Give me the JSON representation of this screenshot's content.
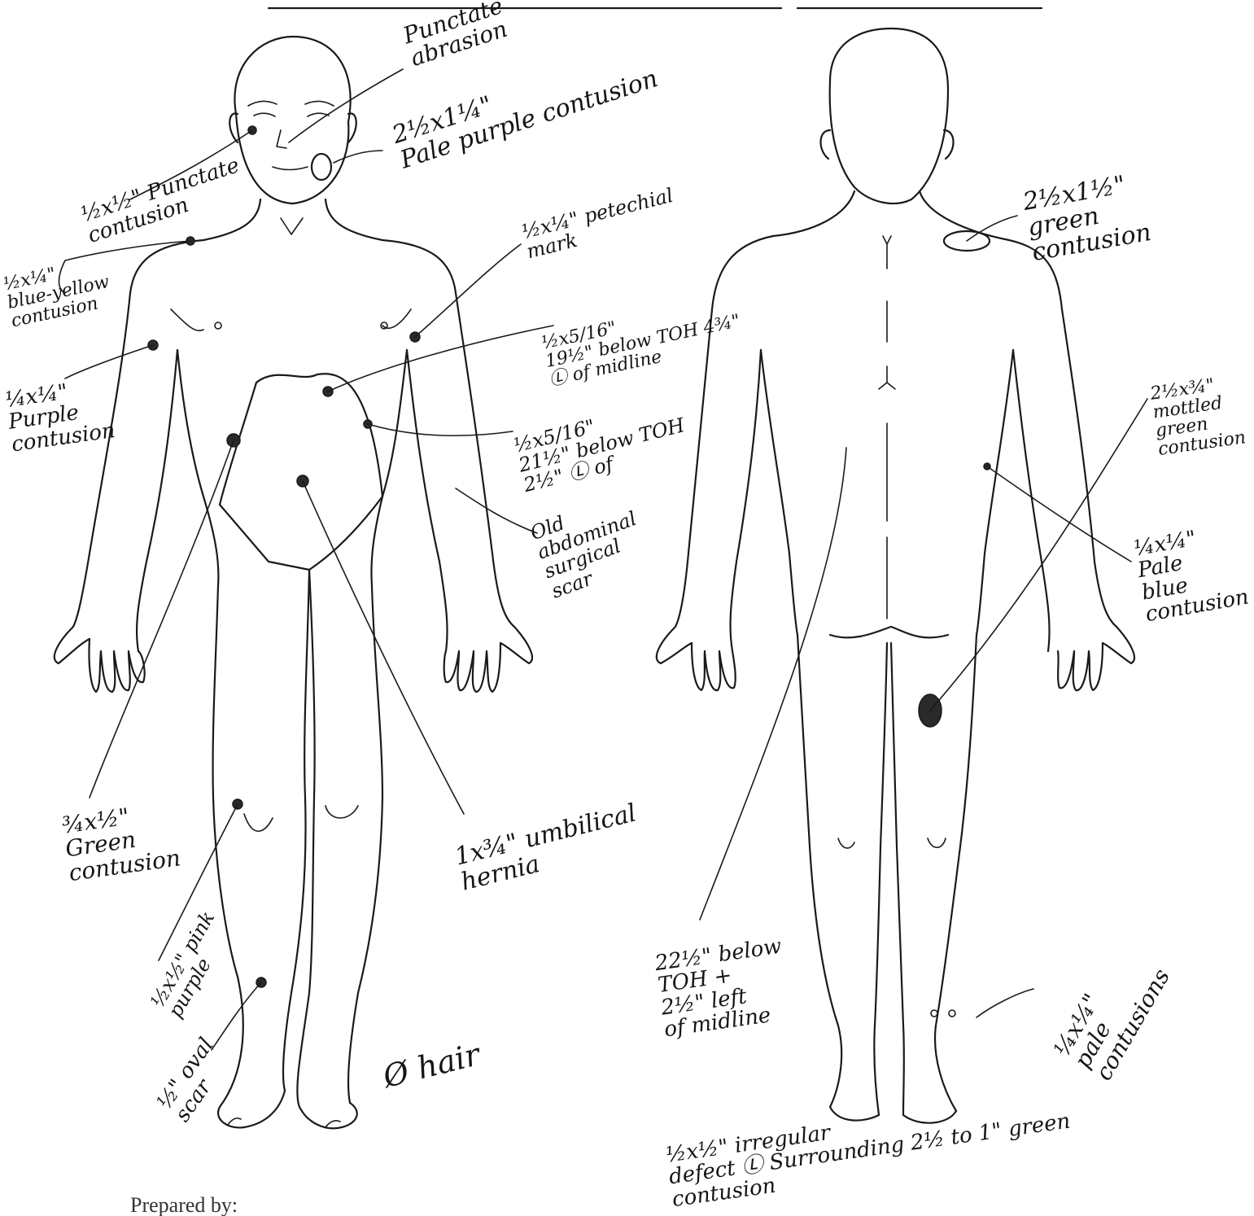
{
  "footer": {
    "prepared_by_label": "Prepared by:"
  },
  "annotations": {
    "forehead": "Punctate\nabrasion",
    "cheek_right": "2½x1¼\"\nPale purple contusion",
    "cheek_left": "½x½\" Punctate\ncontusion",
    "neck": "½x¼\"\nblue-yellow\ncontusion",
    "chest_right": "¼x¼\"\nPurple\ncontusion",
    "chest_left": "½x¼\" petechial\nmark",
    "abdomen_1": "½x5/16\"\n19½\" below TOH 4¾\"\nⓁ of midline",
    "abdomen_2": "½x5/16\"\n21½\" below TOH\n2½\" Ⓛ of",
    "old_scar": "Old\nabdominal\nsurgical\nscar",
    "thigh": "¾x½\"\nGreen\ncontusion",
    "umbilical": "1x¾\" umbilical\nhernia",
    "shin_1": "½x½\" pink\npurple",
    "shin_2": "½\" oval\nscar",
    "no_hair": "Ø hair",
    "back_shoulder": "2½x1½\"\ngreen\ncontusion",
    "back_arm": "2½x¾\"\nmottled\ngreen\ncontusion",
    "back_forearm": "¼x¼\"\nPale\nblue\ncontusion",
    "back_calf": "22½\" below\nTOH +\n2½\" left\nof midline",
    "back_heel": "¼x¼\"\npale\ncontusions",
    "bottom_note": "½x½\" irregular\ndefect Ⓛ Surrounding 2½ to 1\" green\ncontusion"
  }
}
